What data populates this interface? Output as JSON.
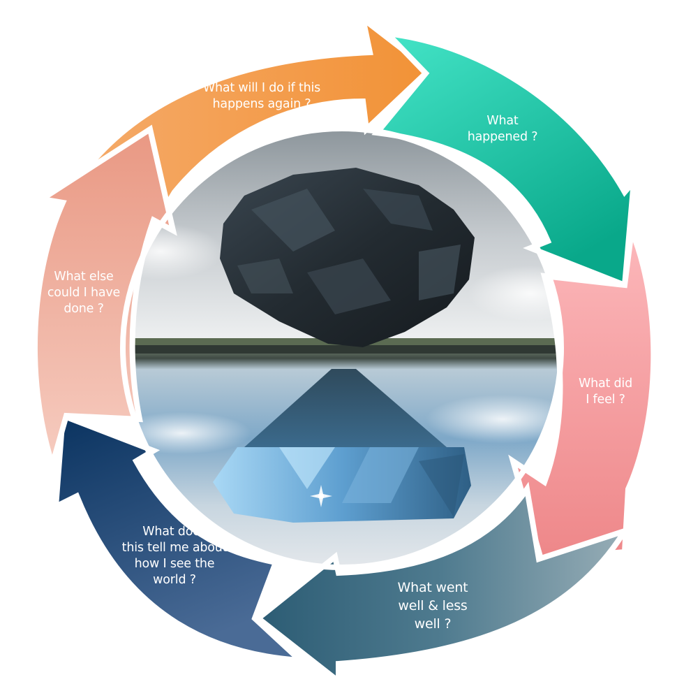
{
  "diagram": {
    "type": "cycle",
    "center_image": {
      "top": "dark coal rock floating above horizon under cloudy sky",
      "bottom": "blue diamond reflected in water"
    },
    "steps": [
      {
        "id": "what-happened",
        "label": "What\nhappened ?",
        "color_start": "#43e3c6",
        "color_end": "#0ba98b"
      },
      {
        "id": "what-did-i-feel",
        "label": "What did\nI feel ?",
        "color_start": "#fbb6b9",
        "color_end": "#ef8a8c"
      },
      {
        "id": "what-went-well",
        "label": "What went\nwell & less\nwell ?",
        "color_start": "#8ea8b3",
        "color_end": "#2f5f78"
      },
      {
        "id": "what-does-this-tell-me",
        "label": "What does\nthis tell me about\nhow I see  the\nworld ?",
        "color_start": "#4d6d98",
        "color_end": "#0c3462"
      },
      {
        "id": "what-else-could-i-have-done",
        "label": "What else\ncould I have\ndone ?",
        "color_start": "#f4c3b5",
        "color_end": "#e99a86"
      },
      {
        "id": "what-will-i-do",
        "label": "What will I do if this\nhappens again ?",
        "color_start": "#f4a867",
        "color_end": "#f29236"
      }
    ]
  }
}
